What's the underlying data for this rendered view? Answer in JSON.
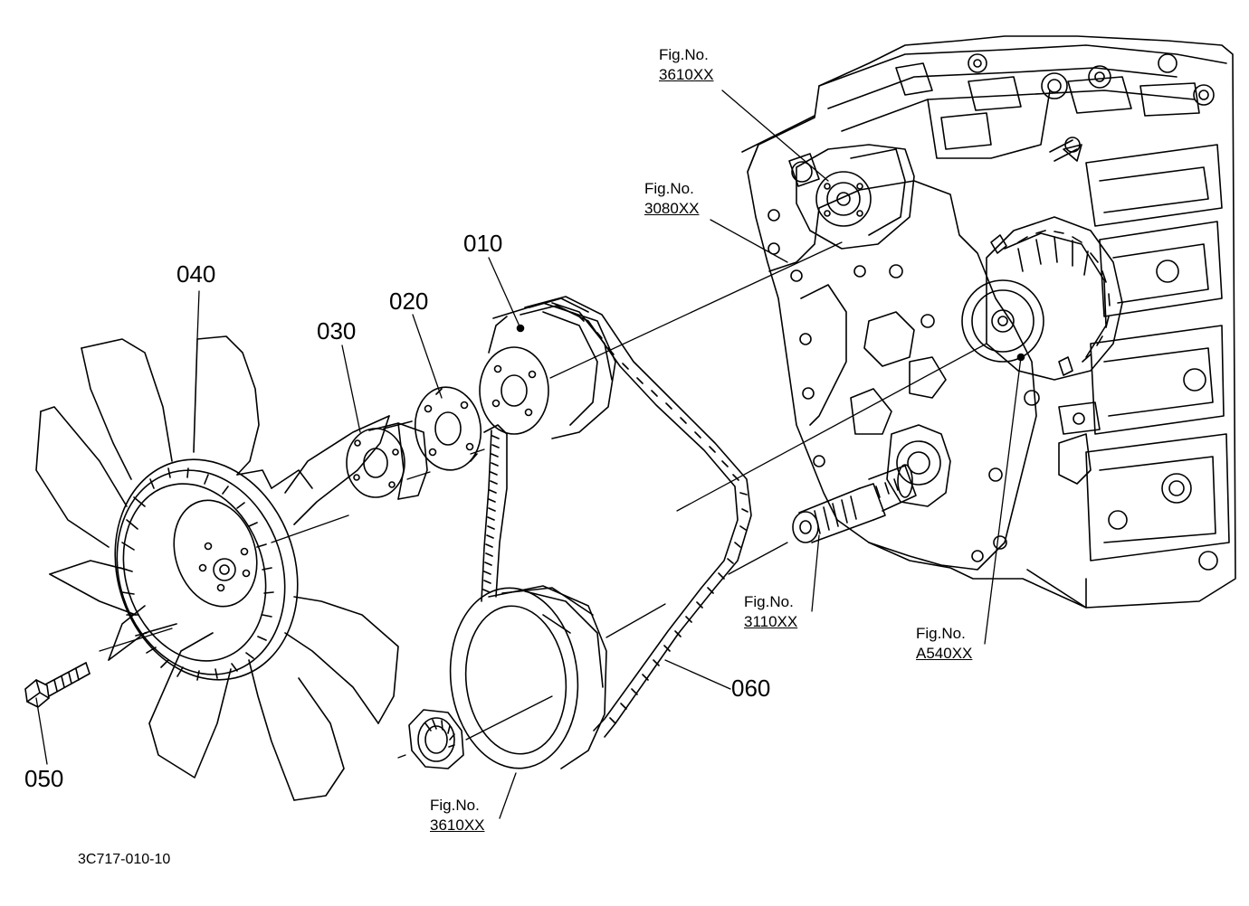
{
  "diagram": {
    "part_labels": {
      "p010": "010",
      "p020": "020",
      "p030": "030",
      "p040": "040",
      "p050": "050",
      "p060": "060"
    },
    "fig_refs": {
      "top_water_pump": {
        "line1": "Fig.No.",
        "line2": "3610XX"
      },
      "top_gear_case": {
        "line1": "Fig.No.",
        "line2": "3080XX"
      },
      "crankshaft": {
        "line1": "Fig.No.",
        "line2": "3110XX"
      },
      "alternator": {
        "line1": "Fig.No.",
        "line2": "A540XX"
      },
      "crank_pulley": {
        "line1": "Fig.No.",
        "line2": "3610XX"
      }
    },
    "drawing_ref": "3C717-010-10"
  }
}
